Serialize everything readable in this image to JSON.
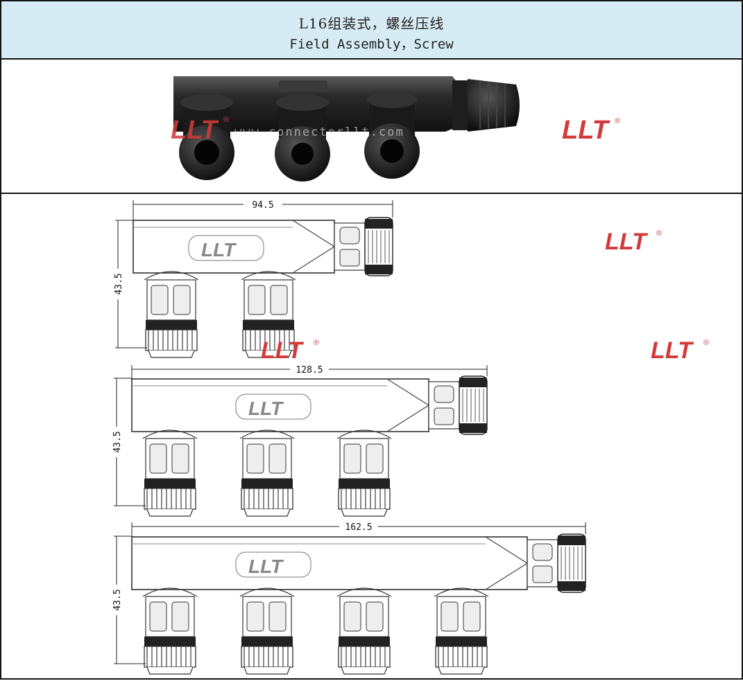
{
  "header": {
    "title_cn": "L16组装式，螺丝压线",
    "title_en": "Field Assembly，Screw"
  },
  "brand": {
    "logo": "LLT",
    "registered": "®",
    "website": "www.connectorllt.com",
    "accent_color": "#d23a3a"
  },
  "drawings": [
    {
      "dim_length": "94.5",
      "dim_height": "43.5",
      "ports": 2
    },
    {
      "dim_length": "128.5",
      "dim_height": "43.5",
      "ports": 3
    },
    {
      "dim_length": "162.5",
      "dim_height": "43.5",
      "ports": 4
    }
  ]
}
